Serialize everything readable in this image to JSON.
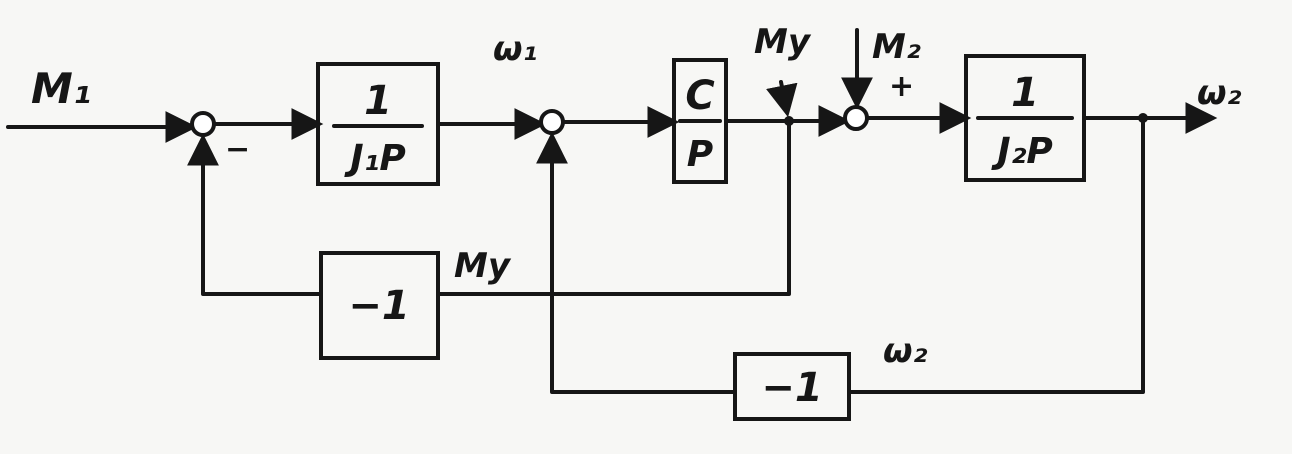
{
  "signals": {
    "input_m1": "M₁",
    "omega1_top": "ω₁",
    "my_top": "My",
    "m2_top": "M₂",
    "omega2_out": "ω₂",
    "my_feedback": "My",
    "omega2_feedback": "ω₂"
  },
  "signs": {
    "sum1_feedback": "−",
    "sum3_disturbance": "+"
  },
  "blocks": {
    "integrator1": {
      "numerator": "1",
      "denominator": "J₁P"
    },
    "spring": {
      "numerator": "C",
      "denominator": "P"
    },
    "integrator2": {
      "numerator": "1",
      "denominator": "J₂P"
    },
    "feedback_upper": {
      "gain": "−1"
    },
    "feedback_lower": {
      "gain": "−1"
    }
  },
  "colors": {
    "ink": "#161616",
    "paper": "#f7f7f5"
  }
}
